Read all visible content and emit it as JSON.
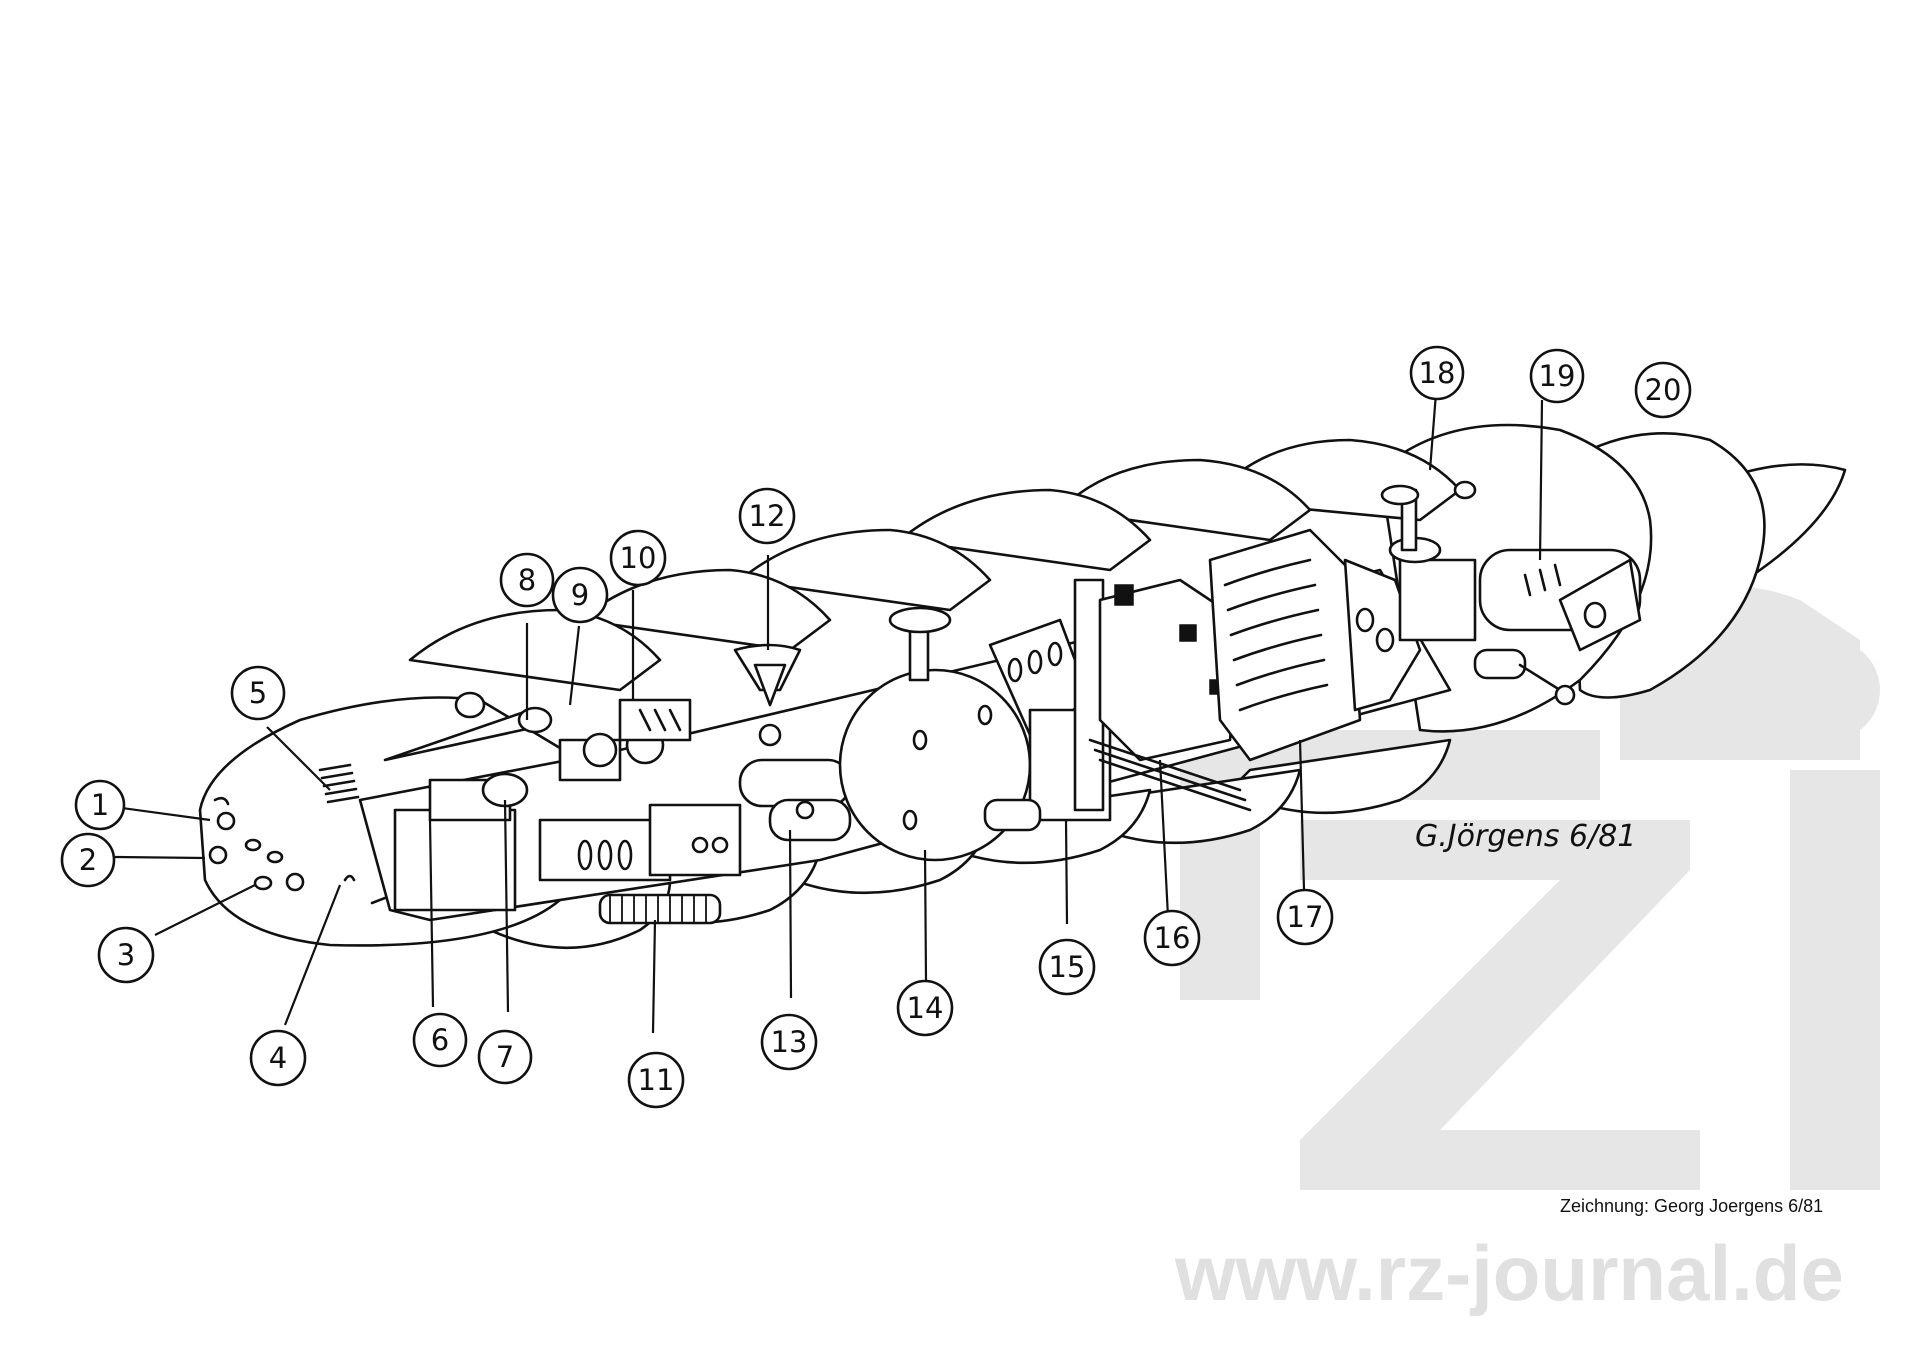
{
  "callouts": [
    {
      "id": "1",
      "label": "1"
    },
    {
      "id": "2",
      "label": "2"
    },
    {
      "id": "3",
      "label": "3"
    },
    {
      "id": "4",
      "label": "4"
    },
    {
      "id": "5",
      "label": "5"
    },
    {
      "id": "6",
      "label": "6"
    },
    {
      "id": "7",
      "label": "7"
    },
    {
      "id": "8",
      "label": "8"
    },
    {
      "id": "9",
      "label": "9"
    },
    {
      "id": "10",
      "label": "10"
    },
    {
      "id": "11",
      "label": "11"
    },
    {
      "id": "12",
      "label": "12"
    },
    {
      "id": "13",
      "label": "13"
    },
    {
      "id": "14",
      "label": "14"
    },
    {
      "id": "15",
      "label": "15"
    },
    {
      "id": "16",
      "label": "16"
    },
    {
      "id": "17",
      "label": "17"
    },
    {
      "id": "18",
      "label": "18"
    },
    {
      "id": "19",
      "label": "19"
    },
    {
      "id": "20",
      "label": "20"
    }
  ],
  "signature": "G.Jörgens   6/81",
  "credit": "Zeichnung: Georg Joergens 6/81",
  "watermark": {
    "logo": "rz",
    "url": "www.rz-journal.de"
  },
  "colors": {
    "ink": "#111111",
    "paper": "#ffffff",
    "watermark": "#e0e0e0"
  }
}
